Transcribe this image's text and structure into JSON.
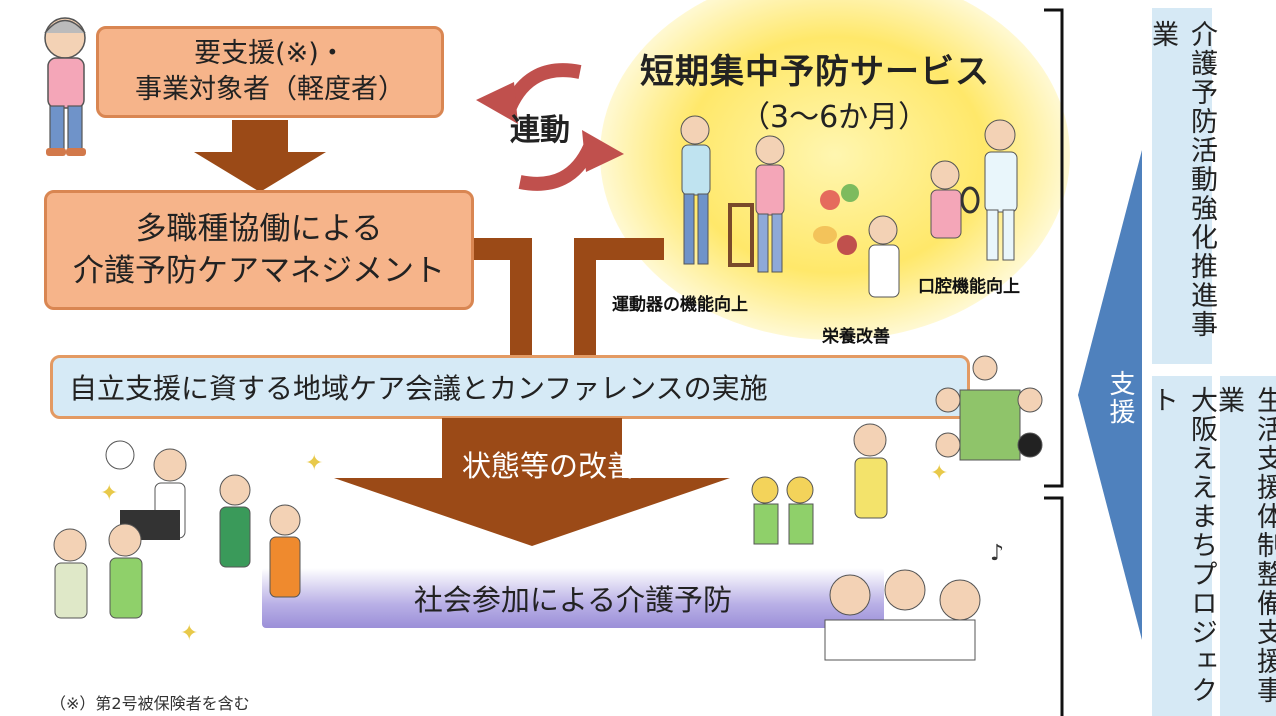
{
  "target": {
    "line1": "要支援(※)・",
    "line2": "事業対象者（軽度者）"
  },
  "management": {
    "line1": "多職種協働による",
    "line2": "介護予防ケアマネジメント"
  },
  "link_label": "連動",
  "service": {
    "title": "短期集中予防サービス",
    "duration": "（3〜6か月）"
  },
  "service_items": [
    "運動器の機能向上",
    "栄養改善",
    "口腔機能向上"
  ],
  "meeting": "自立支援に資する地域ケア会議とカンファレンスの実施",
  "improvement": "状態等の改善",
  "social": "社会参加による介護予防",
  "support": {
    "label": "支援"
  },
  "projects": {
    "top": "介護予防活動強化推進事業",
    "middle": "大阪ええまちプロジェクト",
    "right": "生活支援体制整備支援事業"
  },
  "footnote": "（※）第2号被保険者を含む",
  "colors": {
    "orange_box": "#f6b48a",
    "arrow_brown": "#9b4a17",
    "blue_box": "#d6eaf6",
    "support_arrow": "#4f81bd"
  }
}
